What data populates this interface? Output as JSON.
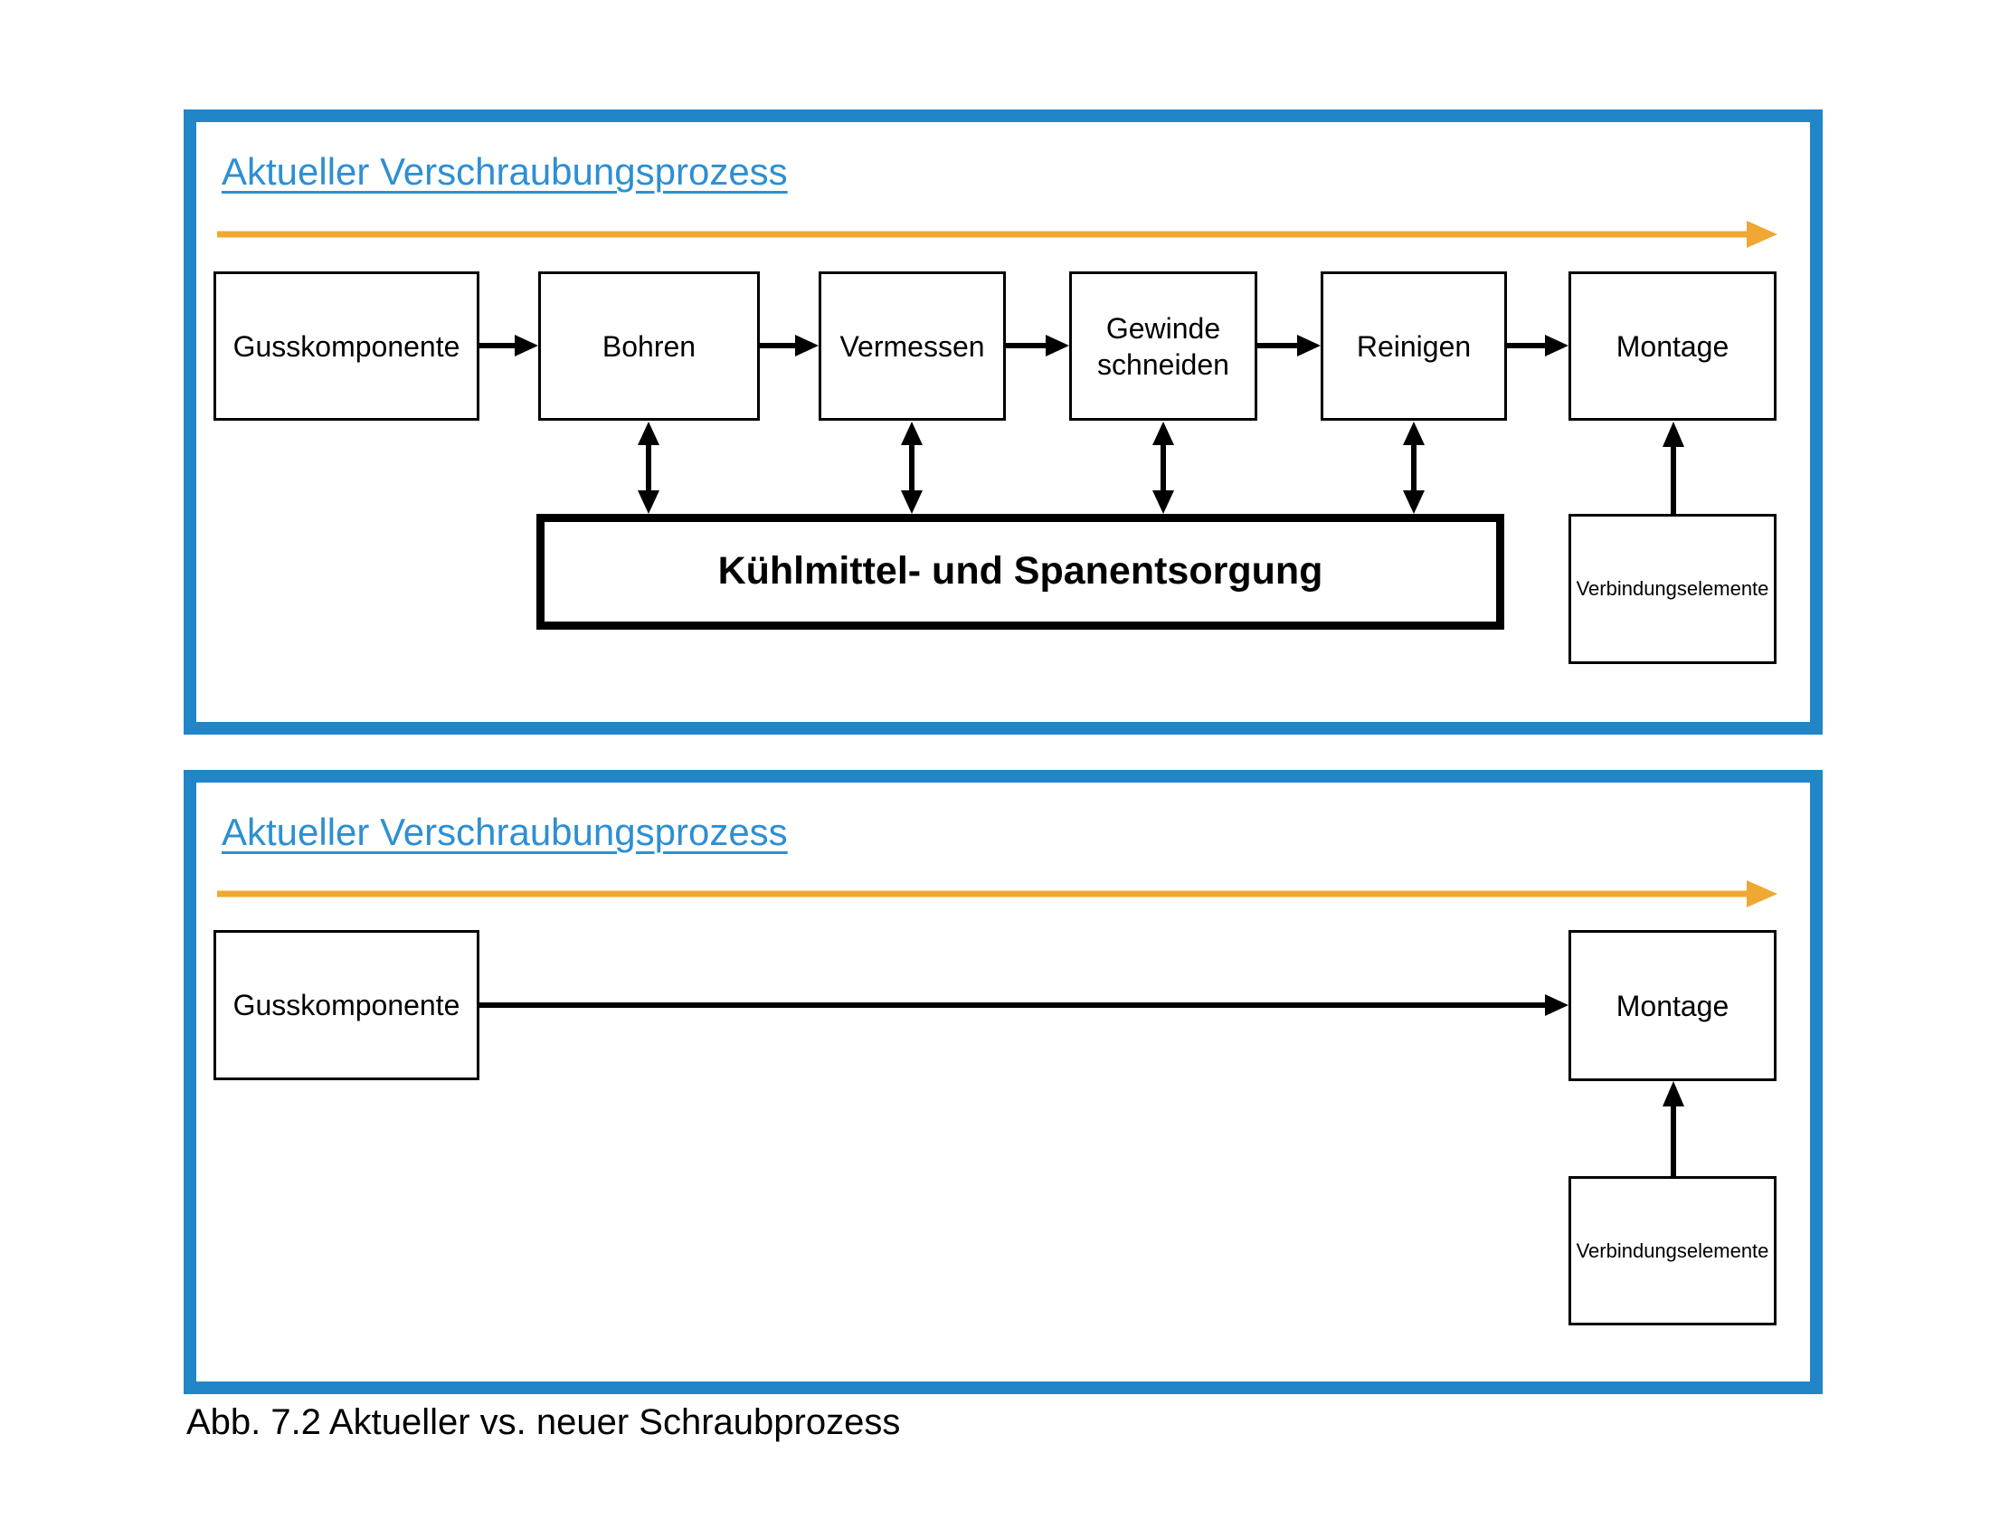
{
  "figure": {
    "caption": "Abb. 7.2 Aktueller vs. neuer Schraubprozess"
  },
  "colors": {
    "page_bg": "#FFFFFF",
    "panel_border": "#2285C8",
    "title_text": "#2E8FD2",
    "timeline_arrow": "#EFA832",
    "box_border": "#000000"
  },
  "panels": [
    {
      "title": "Aktueller Verschraubungsprozess",
      "boxes": [
        "Gusskomponente",
        "Bohren",
        "Vermessen",
        "Gewinde schneiden",
        "Reinigen",
        "Montage"
      ],
      "coolant_label": "Kühlmittel- und Spanentsorgung",
      "fastener_label": "Verbindungselemente"
    },
    {
      "title": "Aktueller Verschraubungsprozess",
      "boxes": [
        "Gusskomponente",
        "Montage"
      ],
      "fastener_label": "Verbindungselemente"
    }
  ]
}
